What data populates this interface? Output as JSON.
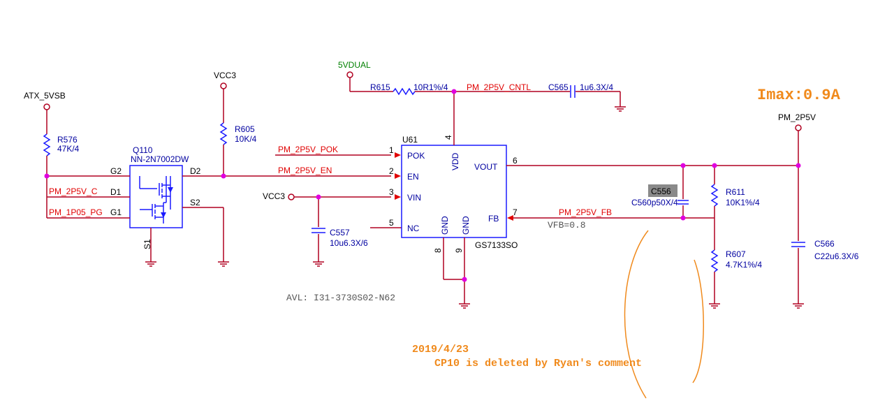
{
  "nets": {
    "atx_5vsb": "ATX_5VSB",
    "vcc3_top": "VCC3",
    "vcc3_left": "VCC3",
    "p5vdual": "5VDUAL",
    "pm_2p5v": "PM_2P5V",
    "pm_2p5v_c": "PM_2P5V_C",
    "pm_1p05_pg": "PM_1P05_PG",
    "pm_2p5v_pok": "PM_2P5V_POK",
    "pm_2p5v_en": "PM_2P5V_EN",
    "pm_2p5v_cntl": "PM_2P5V_CNTL",
    "pm_2p5v_fb": "PM_2P5V_FB"
  },
  "components": {
    "r576": {
      "ref": "R576",
      "value": "47K/4"
    },
    "r605": {
      "ref": "R605",
      "value": "10K/4"
    },
    "r615": {
      "ref": "R615",
      "value": "10R1%/4"
    },
    "c565": {
      "ref": "C565",
      "value": "1u6.3X/4"
    },
    "c557": {
      "ref": "C557",
      "value": "10u6.3X/6"
    },
    "c556": {
      "ref": "C556",
      "value": "C560p50X/4"
    },
    "r611": {
      "ref": "R611",
      "value": "10K1%/4"
    },
    "r607": {
      "ref": "R607",
      "value": "4.7K1%/4"
    },
    "c566": {
      "ref": "C566",
      "value": "C22u6.3X/6"
    },
    "q110": {
      "ref": "Q110",
      "value": "NN-2N7002DW",
      "pins": {
        "g2": "G2",
        "d2": "D2",
        "d1": "D1",
        "g1": "G1",
        "s2": "S2",
        "s1": "S1"
      }
    },
    "u61": {
      "ref": "U61",
      "value": "GS7133SO",
      "pins": {
        "pok": "POK",
        "en": "EN",
        "vin": "VIN",
        "nc": "NC",
        "vdd": "VDD",
        "vout": "VOUT",
        "fb": "FB",
        "gnd1": "GND",
        "gnd2": "GND"
      },
      "pin_numbers": {
        "p1": "1",
        "p2": "2",
        "p3": "3",
        "p4": "4",
        "p5": "5",
        "p6": "6",
        "p7": "7",
        "p8": "8",
        "p9": "9"
      }
    }
  },
  "notes": {
    "vfb": "VFB=0.8",
    "avl": "AVL: I31-3730S02-N62",
    "imax": "Imax:0.9A",
    "date": "2019/4/23",
    "comment": "CP10 is deleted by Ryan's comment"
  },
  "colors": {
    "wire": "#b00020",
    "component": "#1a1aff",
    "junction": "#e000e0",
    "annotation": "#f08a1c"
  }
}
